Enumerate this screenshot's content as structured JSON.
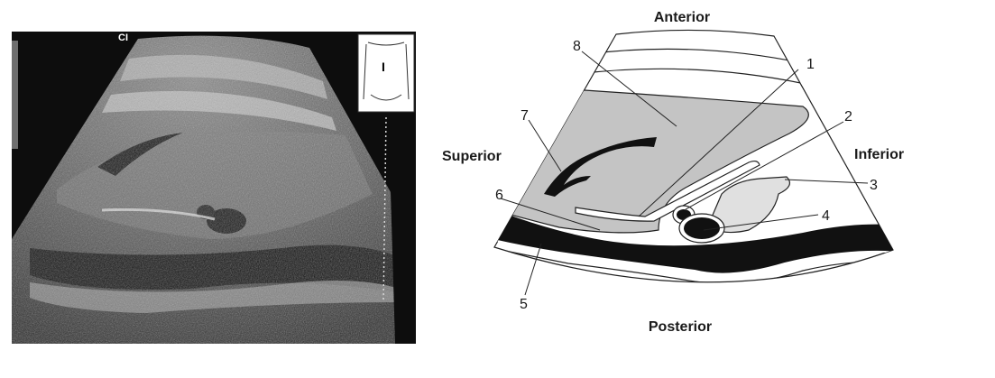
{
  "ultrasound": {
    "orientation_marker": "CI",
    "body_marker_glyph": "I"
  },
  "diagram": {
    "directions": {
      "anterior": "Anterior",
      "posterior": "Posterior",
      "superior": "Superior",
      "inferior": "Inferior"
    },
    "callouts": [
      "1",
      "2",
      "3",
      "4",
      "5",
      "6",
      "7",
      "8"
    ]
  }
}
